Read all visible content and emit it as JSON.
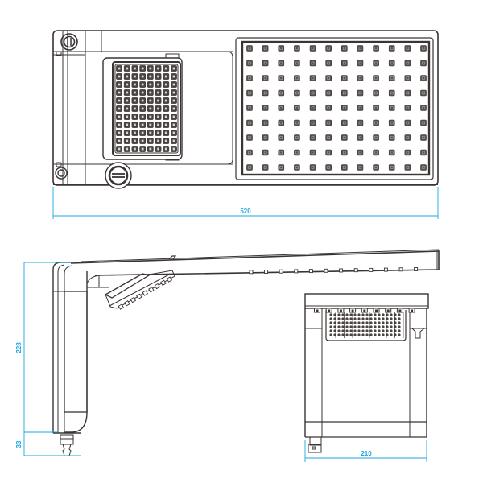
{
  "drawing": {
    "subject": "electric shower technical drawing",
    "line_color": "#3a3433",
    "dimension_color": "#1aa7e0",
    "views": {
      "top": {
        "large_nozzle_grid": {
          "columns": 12,
          "rows": 9
        },
        "small_nozzle_grid": {
          "columns": 8,
          "rows": 11
        }
      },
      "side": {
        "nozzle_bumps": 12,
        "handheld_nozzles": 9
      },
      "front": {
        "top_nozzles": 9
      }
    },
    "dimensions": {
      "overall_length": "520",
      "body_height": "228",
      "inlet_height": "33",
      "width": "210"
    }
  }
}
